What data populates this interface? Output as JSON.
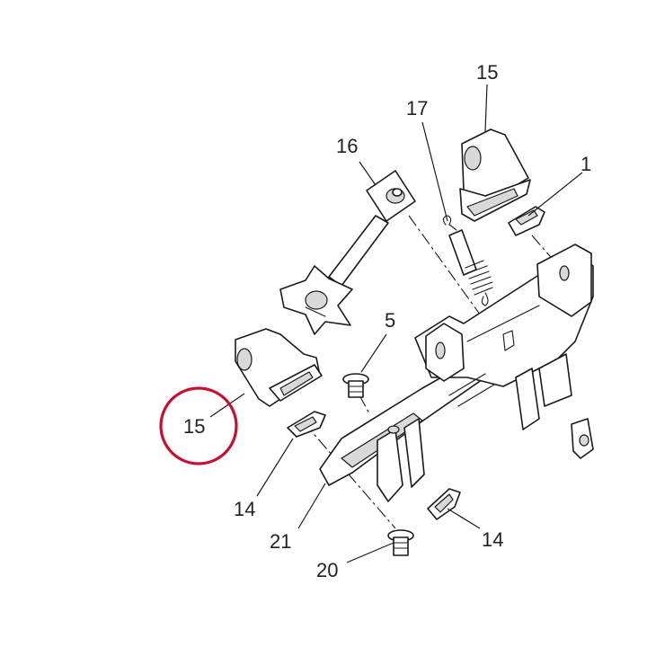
{
  "colors": {
    "highlight_ring": "#c8102e",
    "line": "#1a1a1a",
    "label_text": "#222222",
    "background": "#ffffff"
  },
  "diagram": {
    "callouts": [
      {
        "id": "15-top",
        "text": "15"
      },
      {
        "id": "17",
        "text": "17"
      },
      {
        "id": "16",
        "text": "16"
      },
      {
        "id": "1-partial",
        "text": "1"
      },
      {
        "id": "5",
        "text": "5"
      },
      {
        "id": "15-highlighted",
        "text": "15"
      },
      {
        "id": "14-left",
        "text": "14"
      },
      {
        "id": "21",
        "text": "21"
      },
      {
        "id": "14-right",
        "text": "14"
      },
      {
        "id": "20",
        "text": "20"
      }
    ],
    "highlighted_callout": "15-highlighted"
  }
}
